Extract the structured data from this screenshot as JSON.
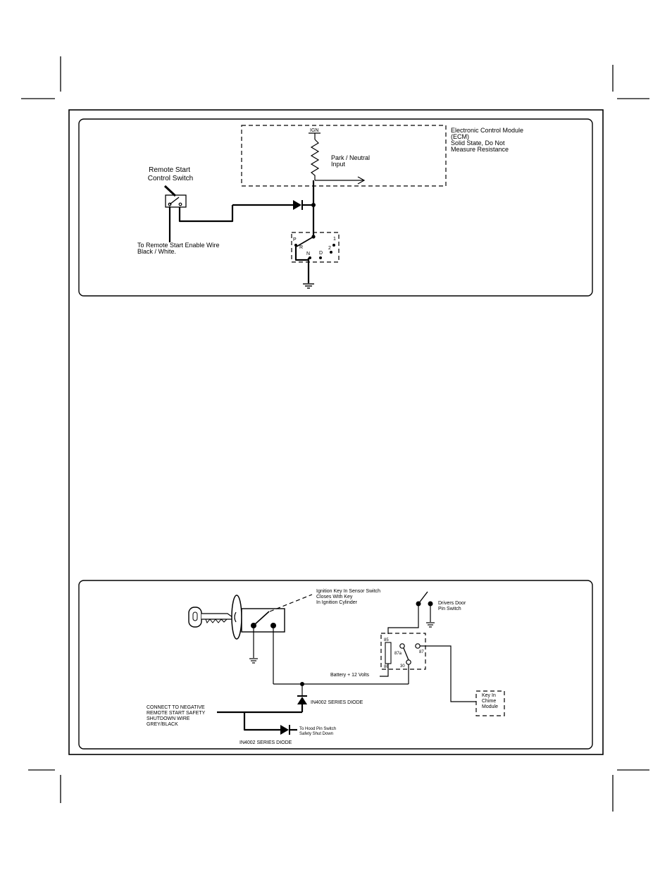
{
  "diagram1": {
    "ecm_label": [
      "Electronic Control Module",
      "(ECM)",
      "Solid State, Do Not",
      "Measure Resistance"
    ],
    "ign": "IGN",
    "park_neutral": [
      "Park / Neutral",
      "Input"
    ],
    "remote_start": [
      "Remote Start",
      "Control  Switch"
    ],
    "enable_wire": [
      "To Remote Start Enable Wire",
      "Black / White."
    ],
    "gear_p": "P",
    "gear_r": "R",
    "gear_n": "N",
    "gear_d": "D",
    "gear_2": "2",
    "gear_1": "1"
  },
  "diagram2": {
    "key_sensor": [
      "Ignition Key In Sensor Switch",
      "Closes With Key",
      "In Ignition Cylinder"
    ],
    "door_pin": [
      "Drivers Door",
      "Pin Switch"
    ],
    "relay_85": "85",
    "relay_87a": "87a",
    "relay_87": "87",
    "relay_86": "86",
    "relay_30": "30",
    "battery": "Battery + 12 Volts",
    "key_chime": [
      "Key In",
      "Chime",
      "Module"
    ],
    "diode1": "IN4002 SERIES DIODE",
    "connect": [
      "CONNECT TO NEGATIVE",
      "REMOTE START SAFETY",
      "SHUTDOWN WIRE",
      "GREY/BLACK"
    ],
    "hood_pin": [
      "To Hood Pin Switch",
      "Safety Shut Down"
    ],
    "diode2": "IN4002 SERIES DIODE"
  }
}
